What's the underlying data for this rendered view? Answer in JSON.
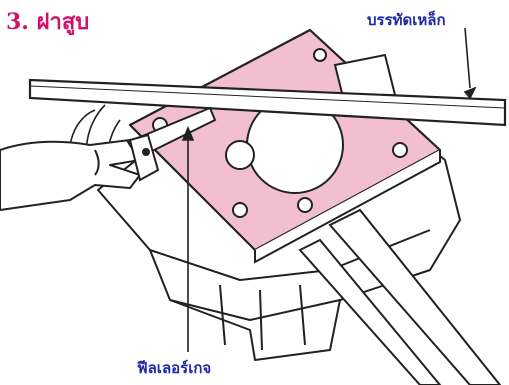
{
  "title": "3. ฝาสูบ",
  "labels": {
    "straightedge": "บรรทัดเหล็ก",
    "feeler_gauge": "ฟีลเลอร์เกจ"
  },
  "colors": {
    "title": "#d1106a",
    "labels": "#1e2aa8",
    "gasket_surface": "#f1bfd0",
    "outline": "#222222"
  }
}
